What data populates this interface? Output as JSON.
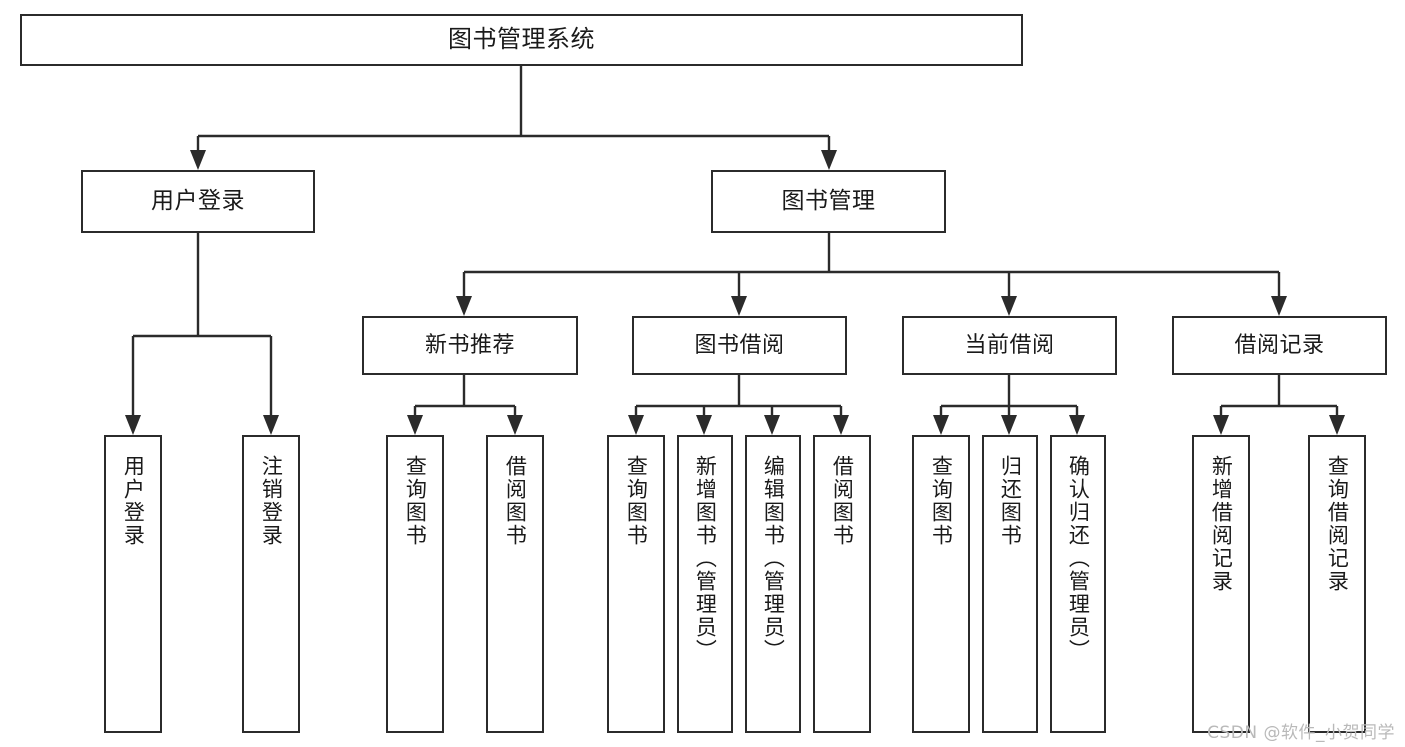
{
  "diagram": {
    "type": "tree",
    "title": "图书管理系统",
    "watermark": "CSDN @软件_小贺同学",
    "colors": {
      "box_border": "#2b2b2b",
      "box_fill": "#ffffff",
      "connector": "#2b2b2b",
      "text": "#1a1a1a",
      "watermark": "#b9b9b9",
      "background": "#ffffff"
    },
    "nodes": {
      "root": {
        "label": "图书管理系统"
      },
      "level2": [
        {
          "label": "用户登录"
        },
        {
          "label": "图书管理"
        }
      ],
      "level3": [
        {
          "label": "新书推荐"
        },
        {
          "label": "图书借阅"
        },
        {
          "label": "当前借阅"
        },
        {
          "label": "借阅记录"
        }
      ],
      "leaves": {
        "user_login": [
          {
            "label": "用户登录"
          },
          {
            "label": "注销登录"
          }
        ],
        "new_book_recommend": [
          {
            "label": "查询图书"
          },
          {
            "label": "借阅图书"
          }
        ],
        "book_borrow": [
          {
            "label": "查询图书"
          },
          {
            "label": "新增图书（管理员）"
          },
          {
            "label": "编辑图书（管理员）"
          },
          {
            "label": "借阅图书"
          }
        ],
        "current_borrow": [
          {
            "label": "查询图书"
          },
          {
            "label": "归还图书"
          },
          {
            "label": "确认归还（管理员）"
          }
        ],
        "borrow_record": [
          {
            "label": "新增借阅记录"
          },
          {
            "label": "查询借阅记录"
          }
        ]
      }
    }
  }
}
